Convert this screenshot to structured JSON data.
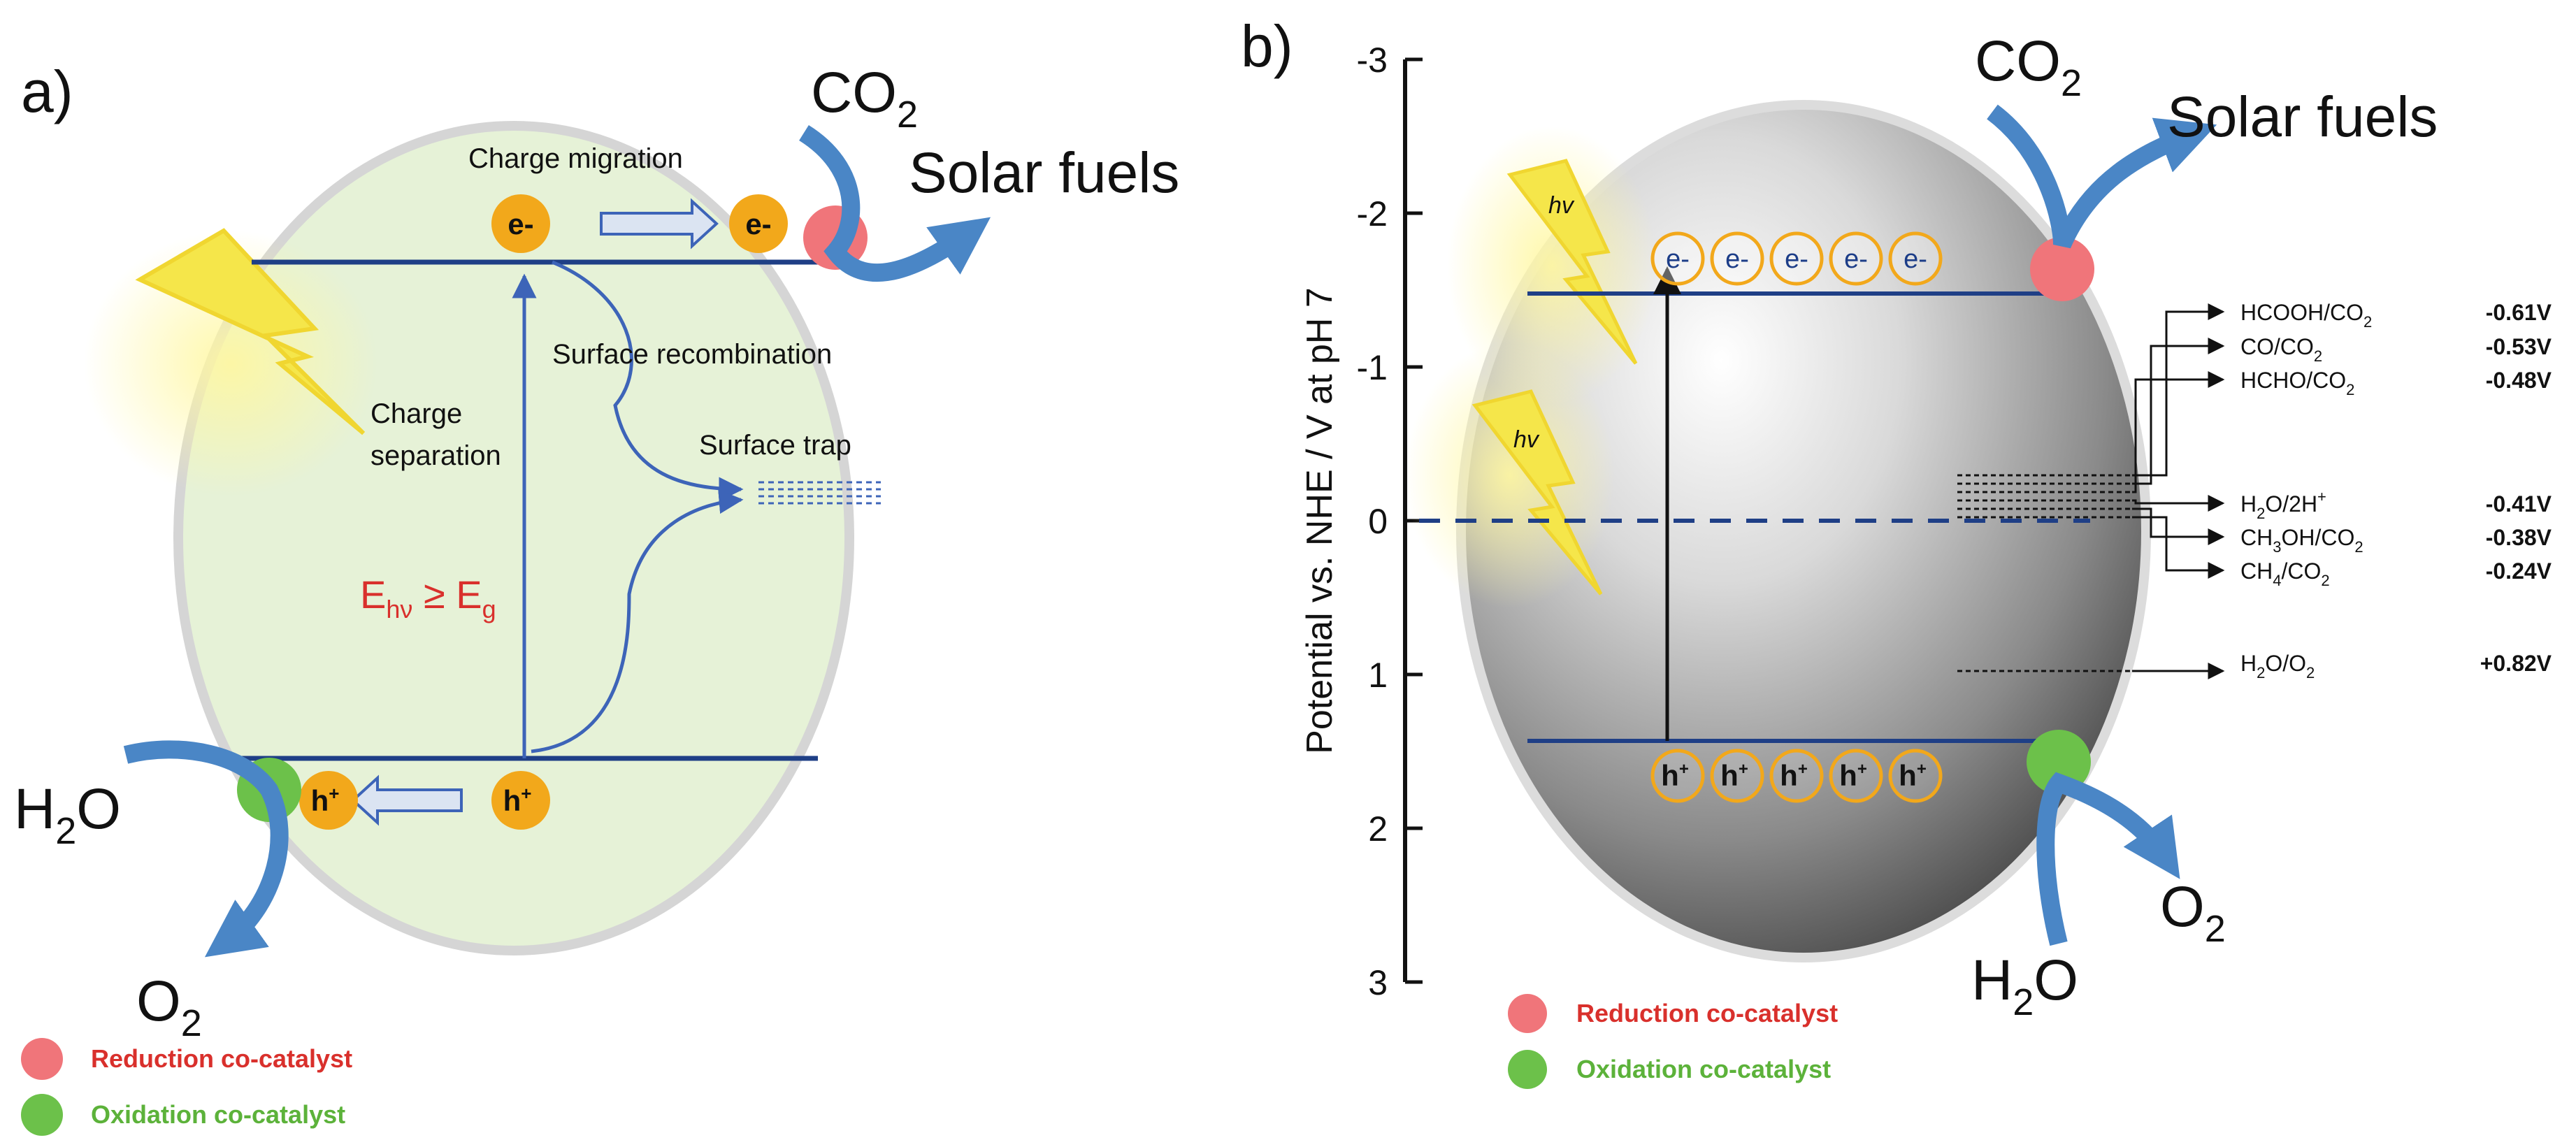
{
  "colors": {
    "band_line": "#1f3f86",
    "arrow_blue": "#4a86c6",
    "carrier_orange": "#f2a81b",
    "reduction_cocatalyst": "#f0757a",
    "oxidation_cocatalyst": "#6cc14a",
    "red_text": "#d9302c",
    "green_text": "#5cb23a",
    "panel_a_fill": "#e6f2d7",
    "lightning": "#f5e64a"
  },
  "panel_a": {
    "label": "a)",
    "co2": "CO",
    "co2_sub": "2",
    "solar_fuels": "Solar fuels",
    "h2o_pre": "H",
    "h2o_sub": "2",
    "h2o_post": "O",
    "o2": "O",
    "o2_sub": "2",
    "charge_migration": "Charge migration",
    "surface_recombination": "Surface recombination",
    "surface_trap": "Surface trap",
    "charge_separation_1": "Charge",
    "charge_separation_2": "separation",
    "energy_E": "E",
    "energy_hv": "hν",
    "energy_ge": " ≥ E",
    "energy_g": "g",
    "electron": "e-",
    "hole": "h",
    "hole_sup": "+",
    "legend_reduction": "Reduction co-catalyst",
    "legend_oxidation": "Oxidation co-catalyst"
  },
  "panel_b": {
    "label": "b)",
    "axis_title": "Potential vs. NHE / V at pH 7",
    "ticks": [
      "-3",
      "-2",
      "-1",
      "0",
      "1",
      "2",
      "3"
    ],
    "co2": "CO",
    "co2_sub": "2",
    "solar_fuels": "Solar fuels",
    "h2o_pre": "H",
    "h2o_sub": "2",
    "h2o_post": "O",
    "o2": "O",
    "o2_sub": "2",
    "hv": "hv",
    "electron": "e-",
    "hole": "h",
    "hole_sup": "+",
    "legend_reduction": "Reduction co-catalyst",
    "legend_oxidation": "Oxidation co-catalyst",
    "potentials": [
      {
        "couple": "HCOOH/CO2",
        "value": "-0.61V"
      },
      {
        "couple": "CO/CO2",
        "value": "-0.53V"
      },
      {
        "couple": "HCHO/CO2",
        "value": "-0.48V"
      },
      {
        "couple": "H2O/2H+",
        "value": "-0.41V"
      },
      {
        "couple": "CH3OH/CO2",
        "value": "-0.38V"
      },
      {
        "couple": "CH4/CO2",
        "value": "-0.24V"
      },
      {
        "couple": "H2O/O2",
        "value": "+0.82V"
      }
    ]
  }
}
